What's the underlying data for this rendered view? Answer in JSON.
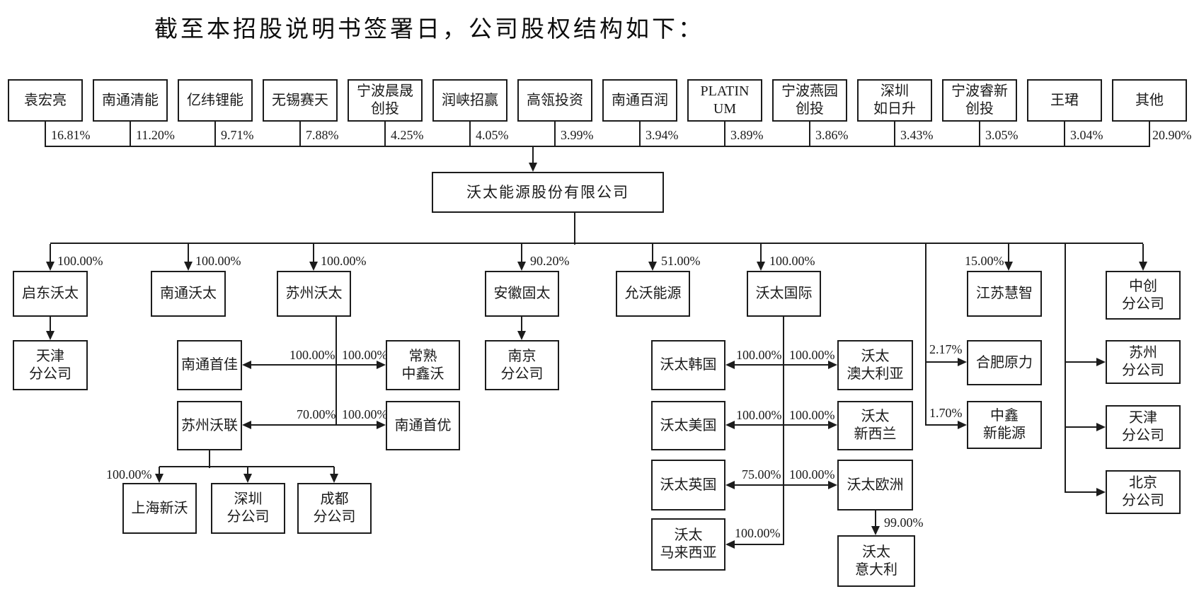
{
  "title": "截至本招股说明书签署日，公司股权结构如下：",
  "company": {
    "name": "沃太能源股份有限公司"
  },
  "shareholders": [
    {
      "name": "袁宏亮",
      "pct": "16.81%"
    },
    {
      "name": "南通清能",
      "pct": "11.20%"
    },
    {
      "name": "亿纬锂能",
      "pct": "9.71%"
    },
    {
      "name": "无锡赛天",
      "pct": "7.88%"
    },
    {
      "name": "宁波晨晟\n创投",
      "pct": "4.25%"
    },
    {
      "name": "润峡招赢",
      "pct": "4.05%"
    },
    {
      "name": "高瓴投资",
      "pct": "3.99%"
    },
    {
      "name": "南通百润",
      "pct": "3.94%"
    },
    {
      "name": "PLATIN\nUM",
      "pct": "3.89%"
    },
    {
      "name": "宁波燕园\n创投",
      "pct": "3.86%"
    },
    {
      "name": "深圳\n如日升",
      "pct": "3.43%"
    },
    {
      "name": "宁波睿新\n创投",
      "pct": "3.05%"
    },
    {
      "name": "王珺",
      "pct": "3.04%"
    },
    {
      "name": "其他",
      "pct": "20.90%"
    }
  ],
  "subsidiaries": {
    "qidong": {
      "name": "启东沃太",
      "pct": "100.00%"
    },
    "nantong_wotai": {
      "name": "南通沃太",
      "pct": "100.00%"
    },
    "suzhou_wotai": {
      "name": "苏州沃太",
      "pct": "100.00%"
    },
    "anhui_gutai": {
      "name": "安徽固太",
      "pct": "90.20%"
    },
    "yunwo": {
      "name": "允沃能源",
      "pct": "51.00%"
    },
    "wotai_intl": {
      "name": "沃太国际",
      "pct": "100.00%"
    },
    "jiangsu_huizhi": {
      "name": "江苏慧智",
      "pct": "15.00%"
    },
    "zhongchuang_branch": {
      "name": "中创\n分公司"
    },
    "tianjin_branch_1": {
      "name": "天津\n分公司"
    },
    "nantong_shoujia": {
      "name": "南通首佳",
      "pct": "100.00%"
    },
    "changshu_zhongxinwo": {
      "name": "常熟\n中鑫沃",
      "pct": "100.00%"
    },
    "suzhou_wolian": {
      "name": "苏州沃联",
      "pct": "70.00%"
    },
    "nantong_shouyou": {
      "name": "南通首优",
      "pct": "100.00%"
    },
    "shanghai_xinwo": {
      "name": "上海新沃"
    },
    "shenzhen_branch": {
      "name": "深圳\n分公司"
    },
    "chengdu_branch": {
      "name": "成都\n分公司"
    },
    "nanjing_branch": {
      "name": "南京\n分公司"
    },
    "wotai_korea": {
      "name": "沃太韩国",
      "pct": "100.00%"
    },
    "wotai_australia": {
      "name": "沃太\n澳大利亚",
      "pct": "100.00%"
    },
    "wotai_usa": {
      "name": "沃太美国",
      "pct": "100.00%"
    },
    "wotai_nz": {
      "name": "沃太\n新西兰",
      "pct": "100.00%"
    },
    "wotai_uk": {
      "name": "沃太英国",
      "pct": "75.00%"
    },
    "wotai_europe": {
      "name": "沃太欧洲",
      "pct": "100.00%"
    },
    "wotai_malaysia": {
      "name": "沃太\n马来西亚",
      "pct": "100.00%"
    },
    "wotai_italy": {
      "name": "沃太\n意大利",
      "pct": "99.00%"
    },
    "hefei_yuanli": {
      "name": "合肥原力",
      "pct": "2.17%"
    },
    "zhongxin_energy": {
      "name": "中鑫\n新能源",
      "pct": "1.70%"
    },
    "suzhou_branch": {
      "name": "苏州\n分公司"
    },
    "tianjin_branch_2": {
      "name": "天津\n分公司"
    },
    "beijing_branch": {
      "name": "北京\n分公司"
    }
  },
  "labels": {
    "wolian_children_pct": "100.00%"
  }
}
